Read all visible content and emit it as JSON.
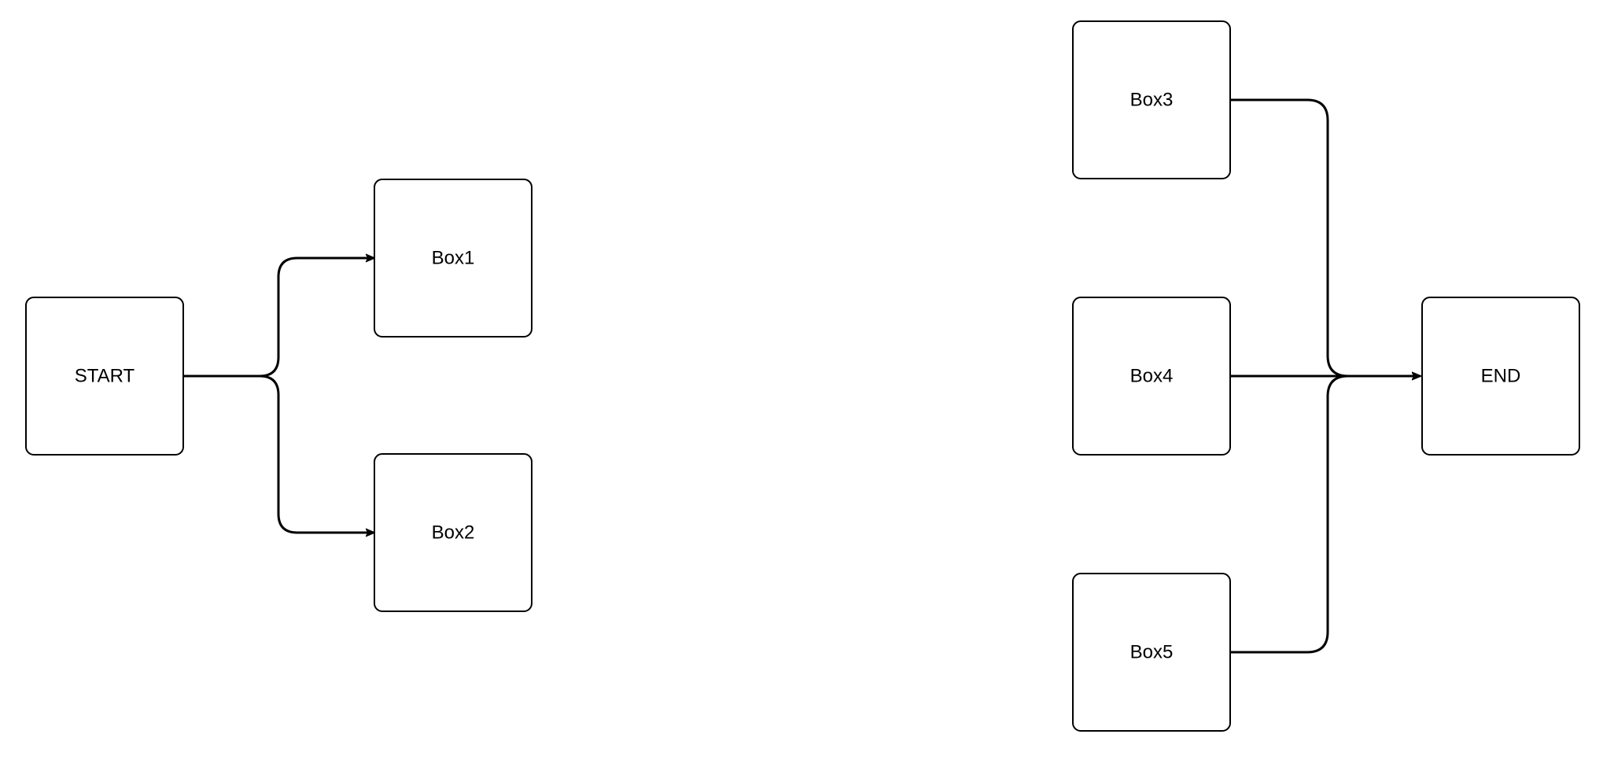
{
  "diagram": {
    "nodes": [
      {
        "id": "start",
        "label": "START"
      },
      {
        "id": "box1",
        "label": "Box1"
      },
      {
        "id": "box2",
        "label": "Box2"
      },
      {
        "id": "box3",
        "label": "Box3"
      },
      {
        "id": "box4",
        "label": "Box4"
      },
      {
        "id": "box5",
        "label": "Box5"
      },
      {
        "id": "end",
        "label": "END"
      }
    ],
    "edges": [
      {
        "from": "start",
        "to": "box1"
      },
      {
        "from": "start",
        "to": "box2"
      },
      {
        "from": "box3",
        "to": "end"
      },
      {
        "from": "box4",
        "to": "end"
      },
      {
        "from": "box5",
        "to": "end"
      }
    ]
  }
}
